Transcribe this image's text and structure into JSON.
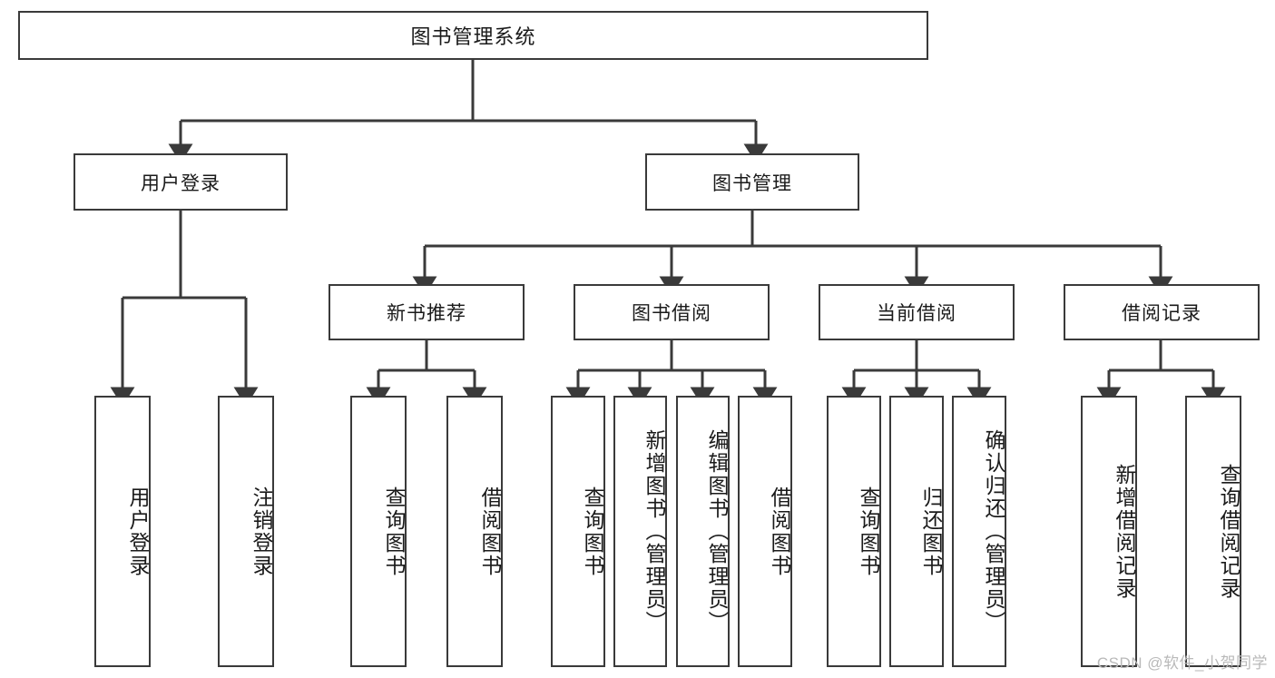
{
  "diagram": {
    "type": "tree",
    "title": "图书管理系统",
    "watermark": "CSDN @软件_小贺同学",
    "colors": {
      "box_border": "#3a3a3a",
      "box_fill": "#ffffff",
      "connector": "#3a3a3a",
      "text": "#1a1a1a",
      "watermark": "#b9b9b9"
    },
    "nodes": {
      "root": "图书管理系统",
      "l2": [
        "用户登录",
        "图书管理"
      ],
      "l3": [
        "新书推荐",
        "图书借阅",
        "当前借阅",
        "借阅记录"
      ],
      "leaves_user_login": [
        "用户登录",
        "注销登录"
      ],
      "leaves_new_book": [
        "查询图书",
        "借阅图书"
      ],
      "leaves_borrow": [
        "查询图书",
        "新增图书（管理员）",
        "编辑图书（管理员）",
        "借阅图书"
      ],
      "leaves_current": [
        "查询图书",
        "归还图书",
        "确认归还（管理员）"
      ],
      "leaves_record": [
        "新增借阅记录",
        "查询借阅记录"
      ]
    }
  }
}
